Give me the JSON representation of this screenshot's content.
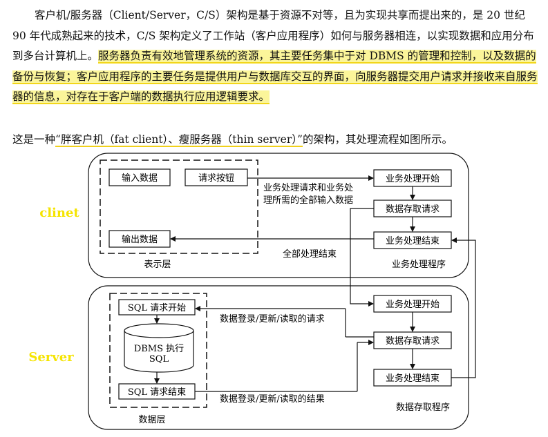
{
  "paragraph": {
    "plain": "客户机/服务器（Client/Server，C/S）架构是基于资源不对等，且为实现共享而提出来的，是 20 世纪 90 年代成熟起来的技术，C/S 架构定义了工作站（客户应用程序）如何与服务器相连，以实现数据和应用分布到多台计算机上。",
    "highlight1": "服务器负责有效地管理系统的资源，其主要任务集中于对 DBMS 的管理和控制，以及数据的备份与恢复；",
    "highlight2": "客户应用程序的主要任务是提供用户与数据库交互的界面，向服务器提交用户请求并接收来自服务器的信息，对存在于客户端的数据执行应用逻辑要求。"
  },
  "intro": {
    "before": "这是一种",
    "underlined": "“胖客户机（fat client）、瘦服务器（thin server）”",
    "after": "的架构，其处理流程如图所示。"
  },
  "diagram": {
    "side_labels": {
      "client": "clinet",
      "server": "Server"
    },
    "client": {
      "input_data": "输入数据",
      "request_button": "请求按钮",
      "output_data": "输出数据",
      "presentation_layer": "表示层",
      "biz_start": "业务处理开始",
      "data_access_request": "数据存取请求",
      "biz_end": "业务处理结束",
      "biz_program": "业务处理程序",
      "request_label_line1": "业务处理请求和业务处",
      "request_label_line2": "理所需的全部输入数据",
      "result_label": "全部处理结束"
    },
    "server": {
      "sql_start": "SQL 请求开始",
      "dbms_line1": "DBMS 执行",
      "dbms_line2": "SQL",
      "sql_end": "SQL 请求结束",
      "data_layer": "数据层",
      "biz_start": "业务处理开始",
      "data_access_request": "数据存取请求",
      "biz_end": "业务处理结束",
      "data_access_program": "数据存取程序",
      "request_label": "数据登录/更新/读取的请求",
      "result_label": "数据登录/更新/读取的结果"
    },
    "colors": {
      "side_label": "#f5e400",
      "highlight": "#fbf59a",
      "underline": "#f0d01a"
    }
  }
}
